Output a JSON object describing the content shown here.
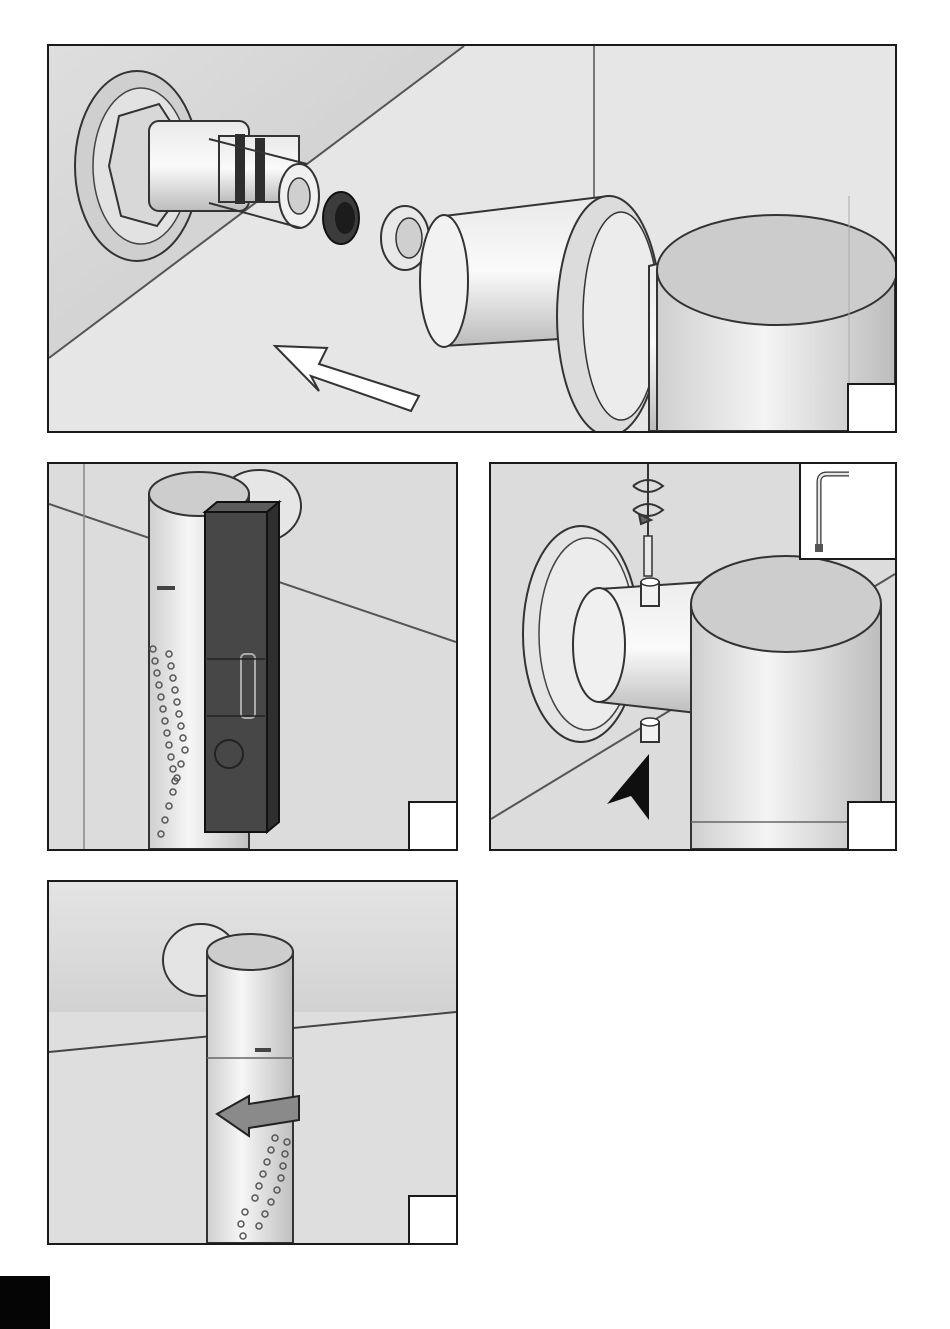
{
  "document": {
    "type": "installation-diagram",
    "panels": [
      {
        "id": "panel-1",
        "step_label": "",
        "description_icon": "connect-shower-arm-icon"
      },
      {
        "id": "panel-2",
        "step_label": "",
        "description_icon": "spirit-level-icon"
      },
      {
        "id": "panel-3",
        "step_label": "",
        "description_icon": "tighten-grub-screw-icon"
      },
      {
        "id": "panel-4",
        "step_label": "",
        "description_icon": "rotate-shower-column-icon"
      }
    ],
    "tool": {
      "icon": "allen-key-icon"
    },
    "page_number": ""
  },
  "colors": {
    "wall": "#d4d4d4",
    "metal_light": "#efefef",
    "metal_mid": "#c8c8c8",
    "outline": "#2a2a2a",
    "dark_part": "#3a3a3a",
    "page_tab": "#050505"
  }
}
